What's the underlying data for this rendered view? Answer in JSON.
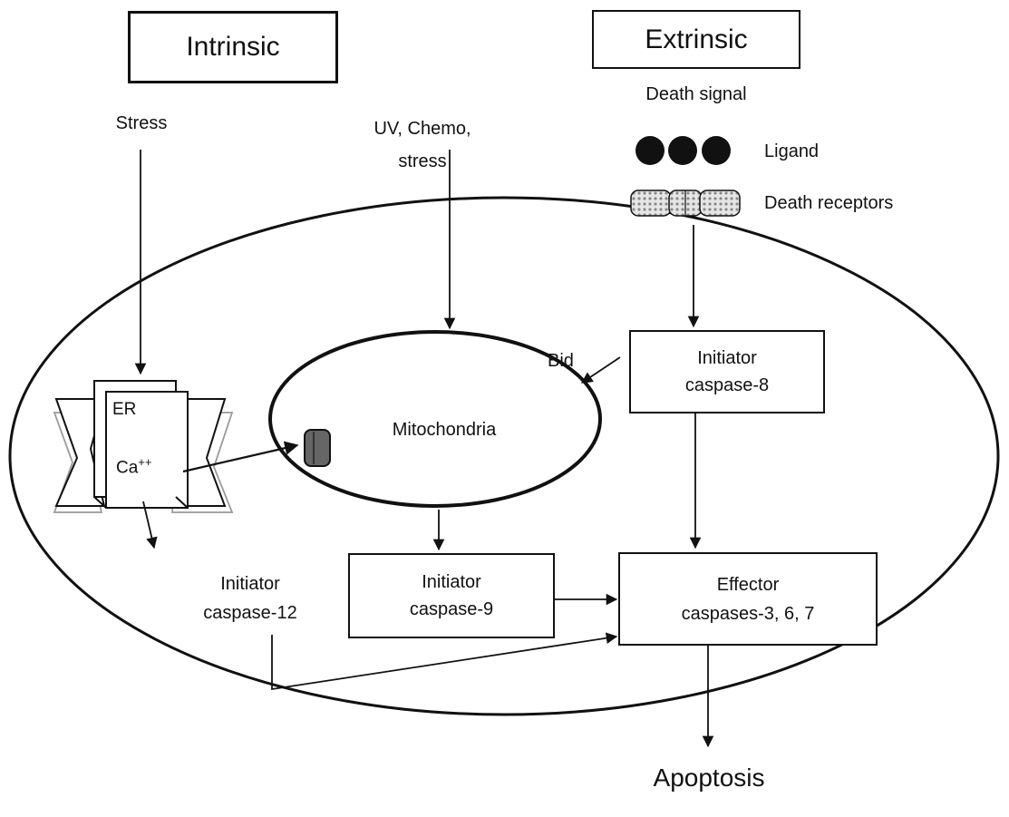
{
  "title_boxes": {
    "intrinsic": "Intrinsic",
    "extrinsic": "Extrinsic"
  },
  "inputs": {
    "stress": "Stress",
    "uv_chemo_stress": "UV, Chemo,\nstress",
    "death_signal": "Death signal"
  },
  "legend": {
    "ligand": "Ligand",
    "death_receptors": "Death receptors"
  },
  "organelles": {
    "er": "ER",
    "calcium_base": "Ca",
    "calcium_charge": "++",
    "mitochondria": "Mitochondria",
    "bid": "Bid"
  },
  "caspases": {
    "initiator_8": "Initiator\ncaspase-8",
    "initiator_9": "Initiator\ncaspase-9",
    "initiator_12": "Initiator\ncaspase-12",
    "effector": "Effector\ncaspases-3, 6, 7"
  },
  "outcome": "Apoptosis",
  "colors": {
    "ink": "#111111",
    "receptor_fill": "#cfcfcf",
    "channel_fill": "#666666",
    "er_outline_light": "#9a9a9a"
  }
}
